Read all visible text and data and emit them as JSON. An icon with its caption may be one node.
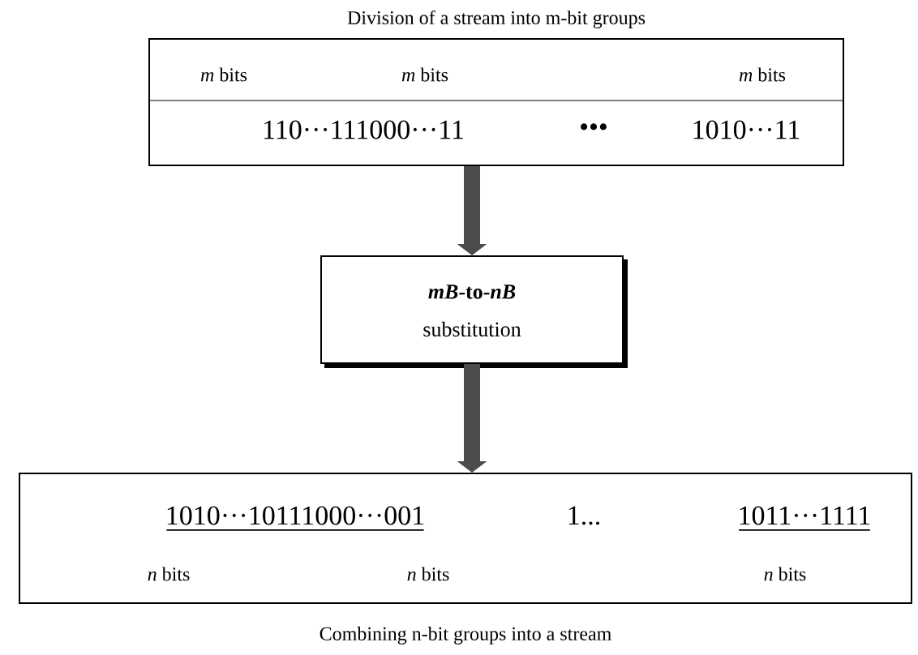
{
  "diagram": {
    "nodes": [
      {
        "text": [
          "Division of a stream into m-bit groups",
          "*m* bits",
          "*m* bits",
          "*m* bits",
          "110···111000···11",
          "•••",
          "1010···11"
        ]
      },
      {
        "text": [
          "*mB*-to-*nB*",
          "substitution"
        ]
      },
      {
        "text": [
          "1010···10111000···001",
          "1...",
          "1011···1111",
          "*n* bits",
          "*n* bits",
          "*n* bits",
          "Combining n-bit groups into a stream"
        ]
      }
    ],
    "edges": [
      {
        "from": 0,
        "to": 1,
        "arrow": "to"
      },
      {
        "from": 1,
        "to": 2,
        "arrow": "to"
      }
    ]
  }
}
